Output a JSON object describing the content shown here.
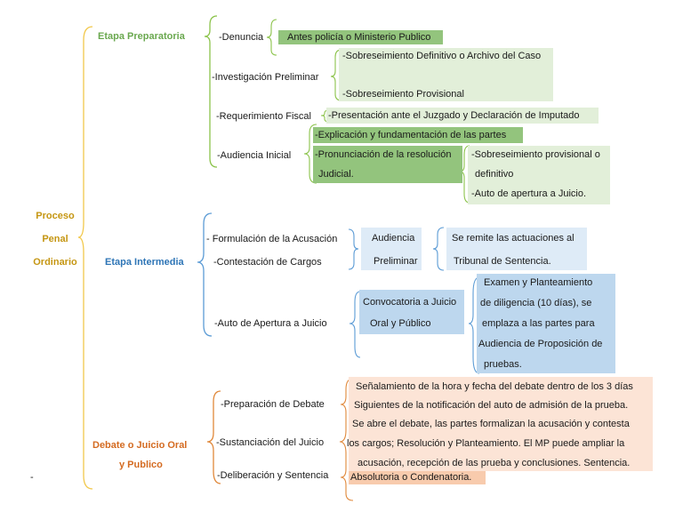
{
  "root": {
    "line1": "Proceso",
    "line2": "Penal",
    "line3": "Ordinario"
  },
  "stages": {
    "preparatoria": "Etapa Preparatoria",
    "intermedia": "Etapa Intermedia",
    "debate_line1": "Debate o Juicio Oral",
    "debate_line2": "y Publico"
  },
  "preparatoria": {
    "denuncia": "-Denuncia",
    "denuncia_detail": "Antes policía o Ministerio Publico",
    "investigacion": "-Investigación Preliminar",
    "sobreseimiento_def": "-Sobreseimiento Definitivo o Archivo del Caso",
    "sobreseimiento_prov": "-Sobreseimiento Provisional",
    "requerimiento": "-Requerimiento Fiscal",
    "requerimiento_detail": "-Presentación ante el Juzgado y Declaración de Imputado",
    "audiencia": "-Audiencia Inicial",
    "explicacion": "-Explicación y fundamentación de las partes",
    "pronunciacion_line1": "-Pronunciación de la resolución",
    "pronunciacion_line2": "Judicial.",
    "resultado_line1": "-Sobreseimiento provisional o",
    "resultado_line2": "definitivo",
    "resultado_line3": "-Auto de apertura a Juicio."
  },
  "intermedia": {
    "formulacion": "- Formulación de la Acusación",
    "contestacion": "-Contestación de Cargos",
    "audiencia_line1": "Audiencia",
    "audiencia_line2": "Preliminar",
    "remite_line1": "Se remite las actuaciones al",
    "remite_line2": "Tribunal de Sentencia.",
    "auto_apertura": "-Auto de Apertura a Juicio",
    "convocatoria_line1": "Convocatoria a Juicio",
    "convocatoria_line2": "Oral y Público",
    "examen_lines": [
      "Examen y Planteamiento",
      "de diligencia (10 días), se",
      "emplaza a las partes para",
      "Audiencia de Proposición de",
      "pruebas."
    ]
  },
  "debate": {
    "preparacion": "-Preparación de Debate",
    "sustanciacion": "-Sustanciación del Juicio",
    "deliberacion": "-Deliberación y Sentencia",
    "detail_lines": [
      "Señalamiento de la hora y fecha del debate dentro de los 3 días",
      "Siguientes de la notificación del auto de admisión de la prueba.",
      "Se abre el debate, las partes formalizan la acusación y contesta",
      "los cargos; Resolución y Planteamiento. El MP puede ampliar la",
      "acusación, recepción de las prueba y conclusiones. Sentencia."
    ],
    "veredicto": "Absolutoria o Condenatoria."
  },
  "footnote": "-",
  "colors": {
    "gold": "#c59612",
    "green": "#6aa84f",
    "blue": "#2e75b6",
    "orange": "#d46b21",
    "green_dark_fill": "#93c47d",
    "green_light_fill": "#e2efd9",
    "blue_mid_fill": "#bdd7ee",
    "blue_light_fill": "#deebf7",
    "orange_mid_fill": "#f8cbad",
    "orange_light_fill": "#fce4d6"
  }
}
